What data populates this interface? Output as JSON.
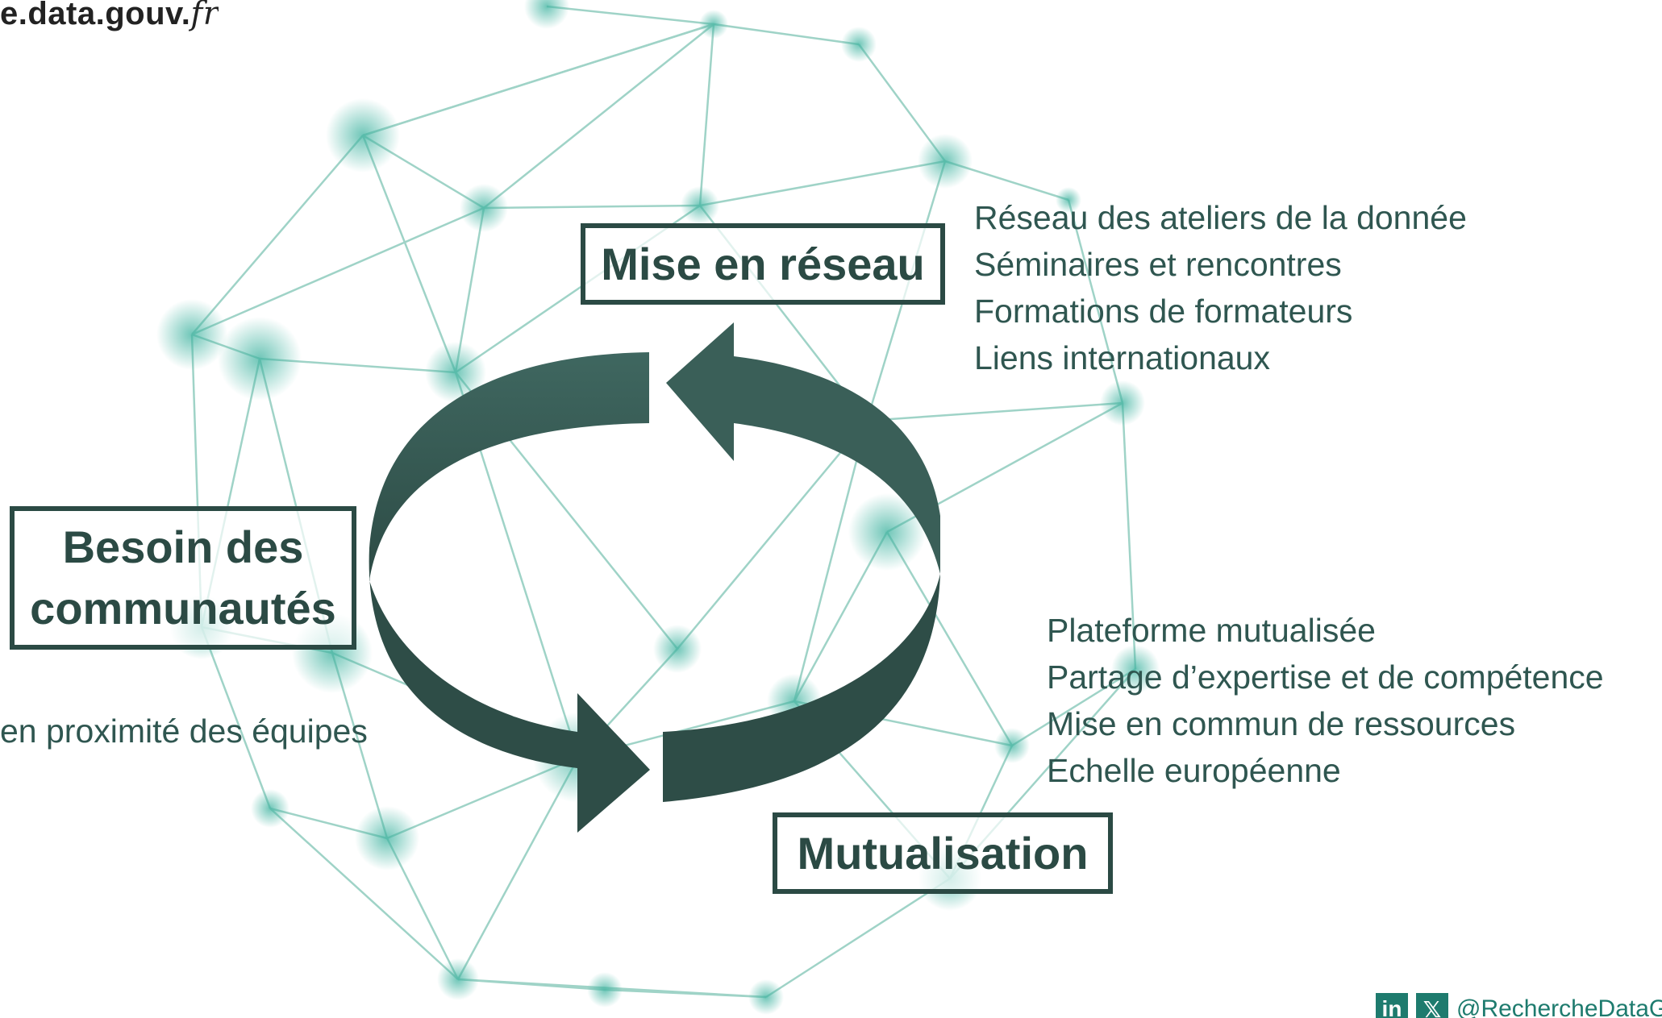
{
  "logo": {
    "prefix": "e.data.gouv.",
    "tld": "fr"
  },
  "labels": {
    "reseau": "Mise en réseau",
    "besoin_line1": "Besoin des",
    "besoin_line2": "communautés",
    "mutualisation": "Mutualisation"
  },
  "reseau_items": [
    "Réseau des ateliers de la donnée",
    "Séminaires et rencontres",
    "Formations de formateurs",
    "Liens internationaux"
  ],
  "mutualisation_items": [
    "Plateforme mutualisée",
    "Partage d’expertise et de compétence",
    "Mise en commun de ressources",
    "Echelle européenne"
  ],
  "besoin_note": "en proximité des équipes",
  "social": {
    "linkedin_glyph": "in",
    "x_glyph": "𝕏",
    "handle": "@RechercheDataGv"
  },
  "colors": {
    "network_line": "#9fd3c7",
    "network_node": "#3fb3a0",
    "arrow_dark": "#2e4d47",
    "arrow_light": "#3a5f58",
    "text": "#2f5650",
    "accent": "#1e7b6e"
  }
}
